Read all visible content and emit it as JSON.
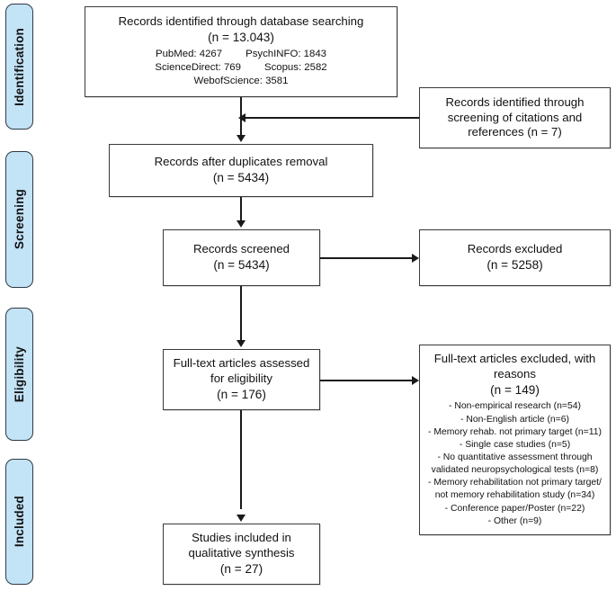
{
  "diagram": {
    "title": "PRISMA flow diagram",
    "accent_tab_fill": "#c3e3f7",
    "tab_border": "#2e3a45",
    "box_border": "#3a3a3a",
    "connector_color": "#1a1a1a"
  },
  "stages": [
    {
      "label": "Identification"
    },
    {
      "label": "Screening"
    },
    {
      "label": "Eligibility"
    },
    {
      "label": "Included"
    }
  ],
  "boxes": {
    "identified_database": {
      "line1": "Records identified through database searching",
      "count": "(n = 13.043)",
      "sources": [
        {
          "left": "PubMed: 4267",
          "right": "PsychINFO: 1843"
        },
        {
          "left": "ScienceDirect: 769",
          "right": "Scopus: 2582"
        }
      ],
      "sources_last": "WebofScience: 3581"
    },
    "identified_citations": {
      "line1": "Records identified through",
      "line2": "screening of citations and",
      "line3": "references (n = 7)"
    },
    "after_duplicates": {
      "line1": "Records after duplicates removal",
      "count": "(n = 5434)"
    },
    "records_screened": {
      "line1": "Records screened",
      "count": "(n = 5434)"
    },
    "records_excluded": {
      "line1": "Records excluded",
      "count": "(n = 5258)"
    },
    "fulltext_assessed": {
      "line1": "Full-text articles assessed",
      "line2": "for eligibility",
      "count": "(n = 176)"
    },
    "fulltext_excluded": {
      "line1": "Full-text articles excluded, with",
      "line2": "reasons",
      "count": "(n = 149)",
      "reasons": [
        "- Non-empirical research (n=54)",
        "- Non-English article (n=6)",
        "- Memory rehab. not primary target (n=11)",
        "- Single case studies (n=5)",
        "- No quantitative assessment through validated neuropsychological tests (n=8)",
        "- Memory rehabilitation not primary target/ not memory rehabilitation study (n=34)",
        "- Conference paper/Poster (n=22)",
        "- Other (n=9)"
      ]
    },
    "studies_included": {
      "line1": "Studies included in",
      "line2": "qualitative synthesis",
      "count": "(n = 27)"
    }
  }
}
